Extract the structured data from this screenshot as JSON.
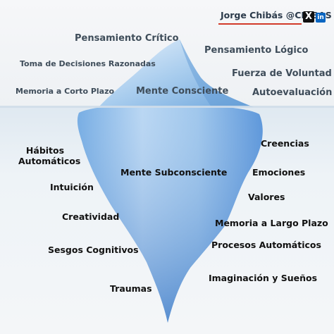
{
  "header": {
    "author": "Jorge Chibás @CHIBAS",
    "x_icon_glyph": "X",
    "in_icon_glyph": "in"
  },
  "colors": {
    "sky": "#f3f5f7",
    "water": "#e7eef4",
    "ice": "#7fb5e6",
    "ice_dark": "#2a6fc9",
    "accent": "#d23b2a"
  },
  "above_water": {
    "pensamiento_critico": "Pensamiento Crítico",
    "pensamiento_logico": "Pensamiento Lógico",
    "toma_decisiones": "Toma de Decisiones Razonadas",
    "fuerza_voluntad": "Fuerza de Voluntad",
    "memoria_corto": "Memoria a Corto Plazo",
    "mente_consciente": "Mente Consciente",
    "autoevaluacion": "Autoevaluación"
  },
  "below_water": {
    "habitos_line1": "Hábitos",
    "habitos_line2": "Automáticos",
    "creencias": "Creencias",
    "mente_subconsciente": "Mente Subconsciente",
    "emociones": "Emociones",
    "intuicion": "Intuición",
    "valores": "Valores",
    "creatividad": "Creatividad",
    "memoria_largo": "Memoria a Largo Plazo",
    "sesgos": "Sesgos Cognitivos",
    "procesos": "Procesos Automáticos",
    "imaginacion": "Imaginación y Sueños",
    "traumas": "Traumas"
  }
}
